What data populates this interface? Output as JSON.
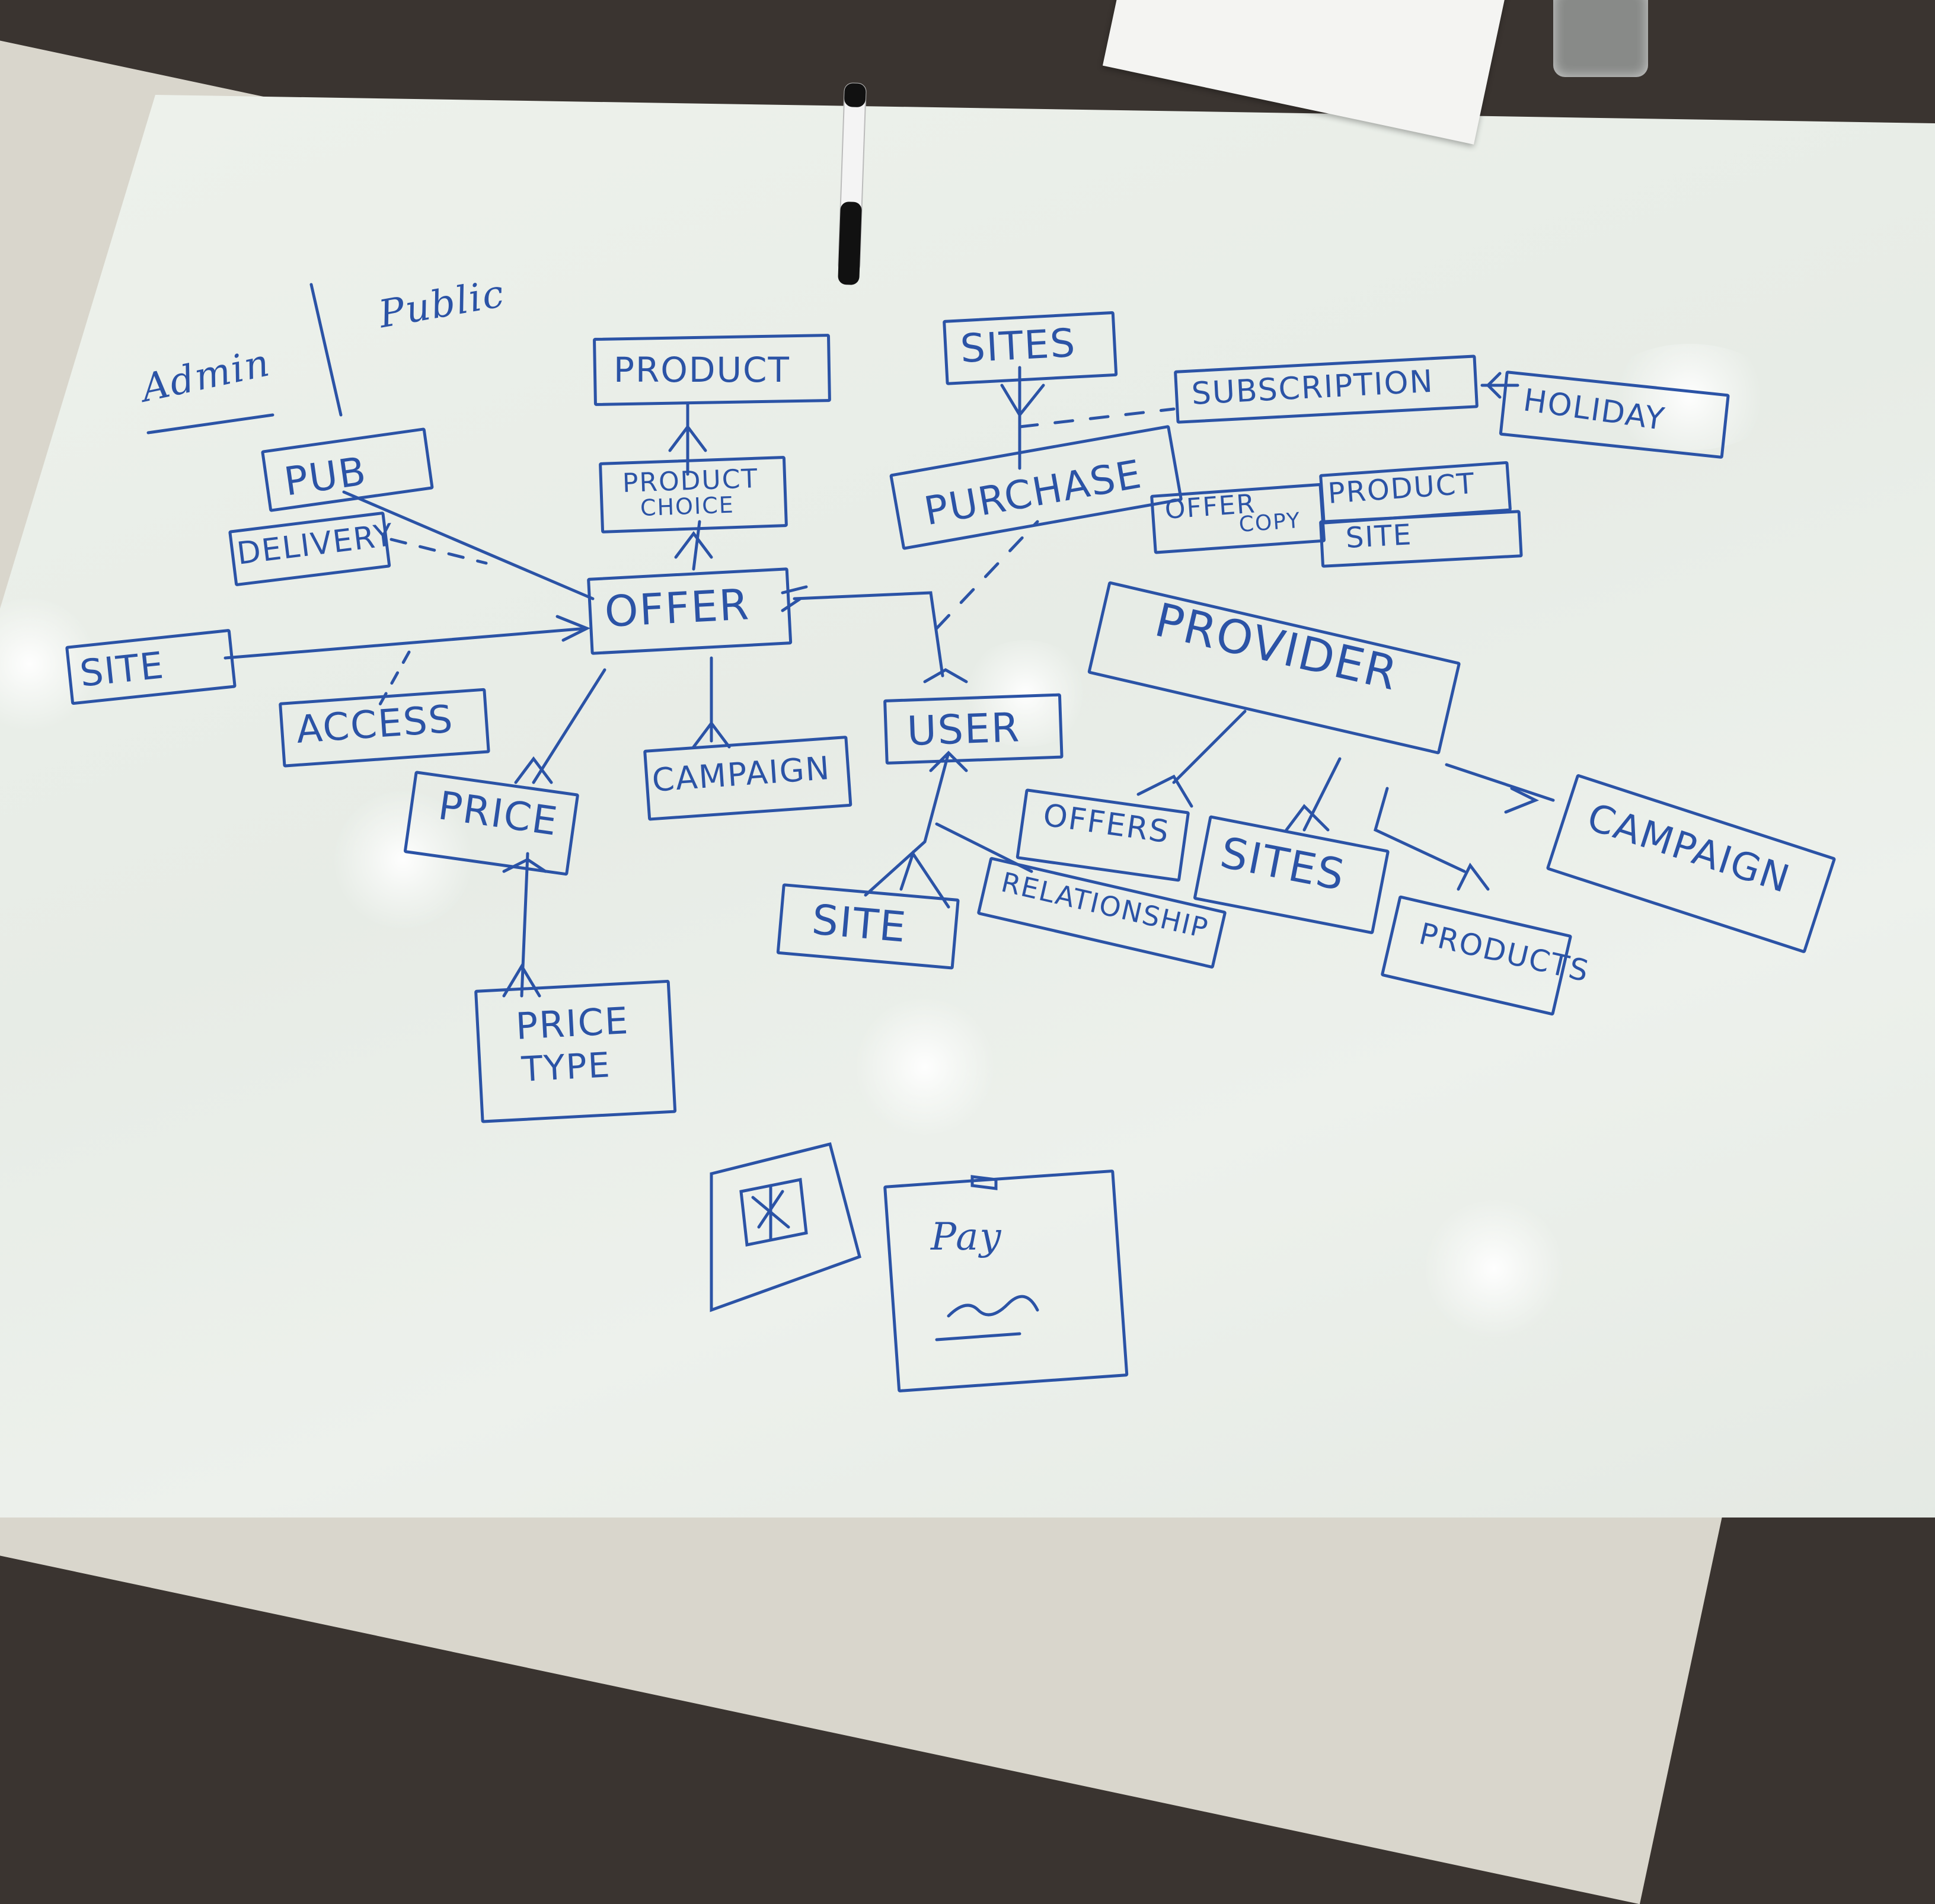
{
  "diagram": {
    "header_admin": "Admin",
    "header_public": "Public",
    "entities": {
      "product": "PRODUCT",
      "product_choice_1": "PRODUCT",
      "product_choice_2": "CHOICE",
      "sites_top": "SITES",
      "subscription": "SUBSCRIPTION",
      "holiday": "HOLIDAY",
      "pub": "PUB",
      "delivery": "DELIVERY",
      "purchase": "PURCHASE",
      "offer_copy_1": "OFFER",
      "offer_copy_2": "COPY",
      "product_right": "PRODUCT",
      "site_right": "SITE",
      "offer": "OFFER",
      "site_left": "SITE",
      "access": "ACCESS",
      "provider": "PROVIDER",
      "user": "USER",
      "price": "PRICE",
      "campaign_center": "CAMPAIGN",
      "offers": "OFFERS",
      "sites_right": "SITES",
      "campaign_right": "CAMPAIGN",
      "site_bottom": "SITE",
      "relationship": "RELATIONSHIP",
      "products": "PRODUCTS",
      "price_type_1": "PRICE",
      "price_type_2": "TYPE",
      "sketch_pay": "Pay"
    }
  },
  "colors": {
    "ink": "#2b53a6",
    "board": "#e9eee8"
  }
}
